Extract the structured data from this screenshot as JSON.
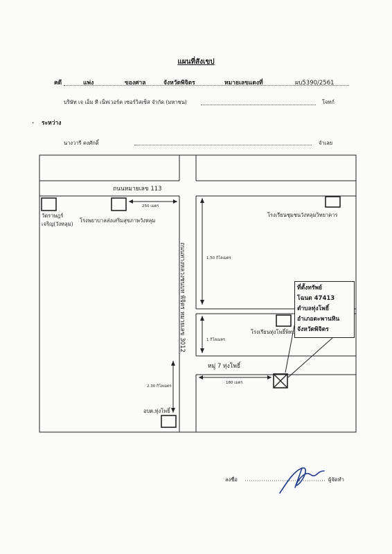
{
  "header": {
    "title": "แผนที่สังเขป",
    "case_label": "คดี",
    "of_label": "แพ่ง",
    "court_label": "ของศาล",
    "court_name": "จังหวัดพิจิตร",
    "number_label": "หมายเลขแดงที่",
    "case_number": "ผบ5390/2561",
    "plaintiff_name": "บริษัท เจ เอ็ม ที เน็ทเวอร์ค เซอร์วิสเซ็ส จำกัด (มหาชน)",
    "plaintiff_label": "โจทก์",
    "between_label": "ระหว่าง",
    "defendant_name": "นางวารี คงศักดิ์",
    "defendant_label": "จำเลย"
  },
  "map": {
    "road_113": "ถนนหมายเลข 113",
    "road_3012": "ถนนทางหลวงชนบท พิจิตร หมายเลข 3012",
    "village_road": "หมู่ 7 ทุ่งโพธิ์",
    "temple": "วัดราษฎร์เจริญ(วังหลุม)",
    "hospital": "โรงพยาบาลส่งเสริมสุขภาพวังหลุม",
    "school_1": "โรงเรียนชุมชนวังหลุมวิทยาคาร",
    "school_2": "โรงเรียนทุ่งโพธิ์พิทยา",
    "sao": "อบต.ทุ่งโพธิ์",
    "dist_250m": "250 เมตร",
    "dist_1_50km": "1.50 กิโลเมตร",
    "dist_1km": "1 กิโลเมตร",
    "dist_2_30km": "2.30 กิโลเมตร",
    "dist_180m": "180 เมตร",
    "property_lines": [
      "ที่ตั้งทรัพย์",
      "โฉนด 47413",
      "ตำบลทุ่งโพธิ์",
      "อำเภอตะพานหิน",
      "จังหวัดพิจิตร"
    ]
  },
  "signature": {
    "sign_label": "ลงชื่อ",
    "role_label": "ผู้จัดทำ"
  },
  "colors": {
    "ink": "#1a1a1a",
    "signature": "#1f3a8a"
  }
}
